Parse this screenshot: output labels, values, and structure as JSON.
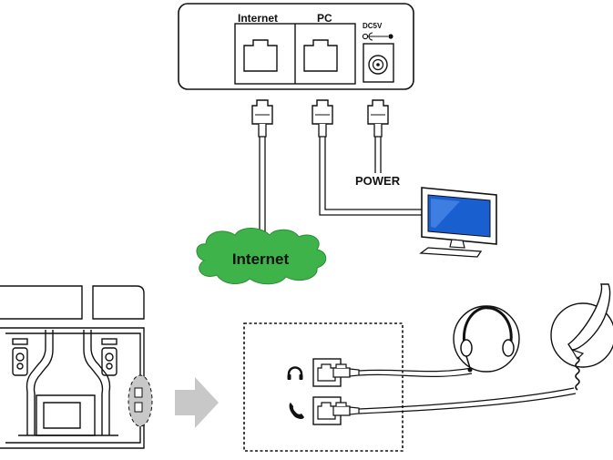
{
  "ports": {
    "internet": "Internet",
    "pc": "PC",
    "dc": "DC5V"
  },
  "labels": {
    "power": "POWER",
    "cloud": "Internet"
  },
  "icons": {
    "headset": "headset-icon",
    "handset": "handset-icon",
    "arrow": "arrow-right-icon",
    "monitor": "monitor-icon",
    "cloud": "cloud-icon"
  },
  "colors": {
    "cloud_fill": "#3db34a",
    "cloud_text": "#ffffff",
    "arrow_fill": "#c8c8c8",
    "line": "#111111"
  }
}
